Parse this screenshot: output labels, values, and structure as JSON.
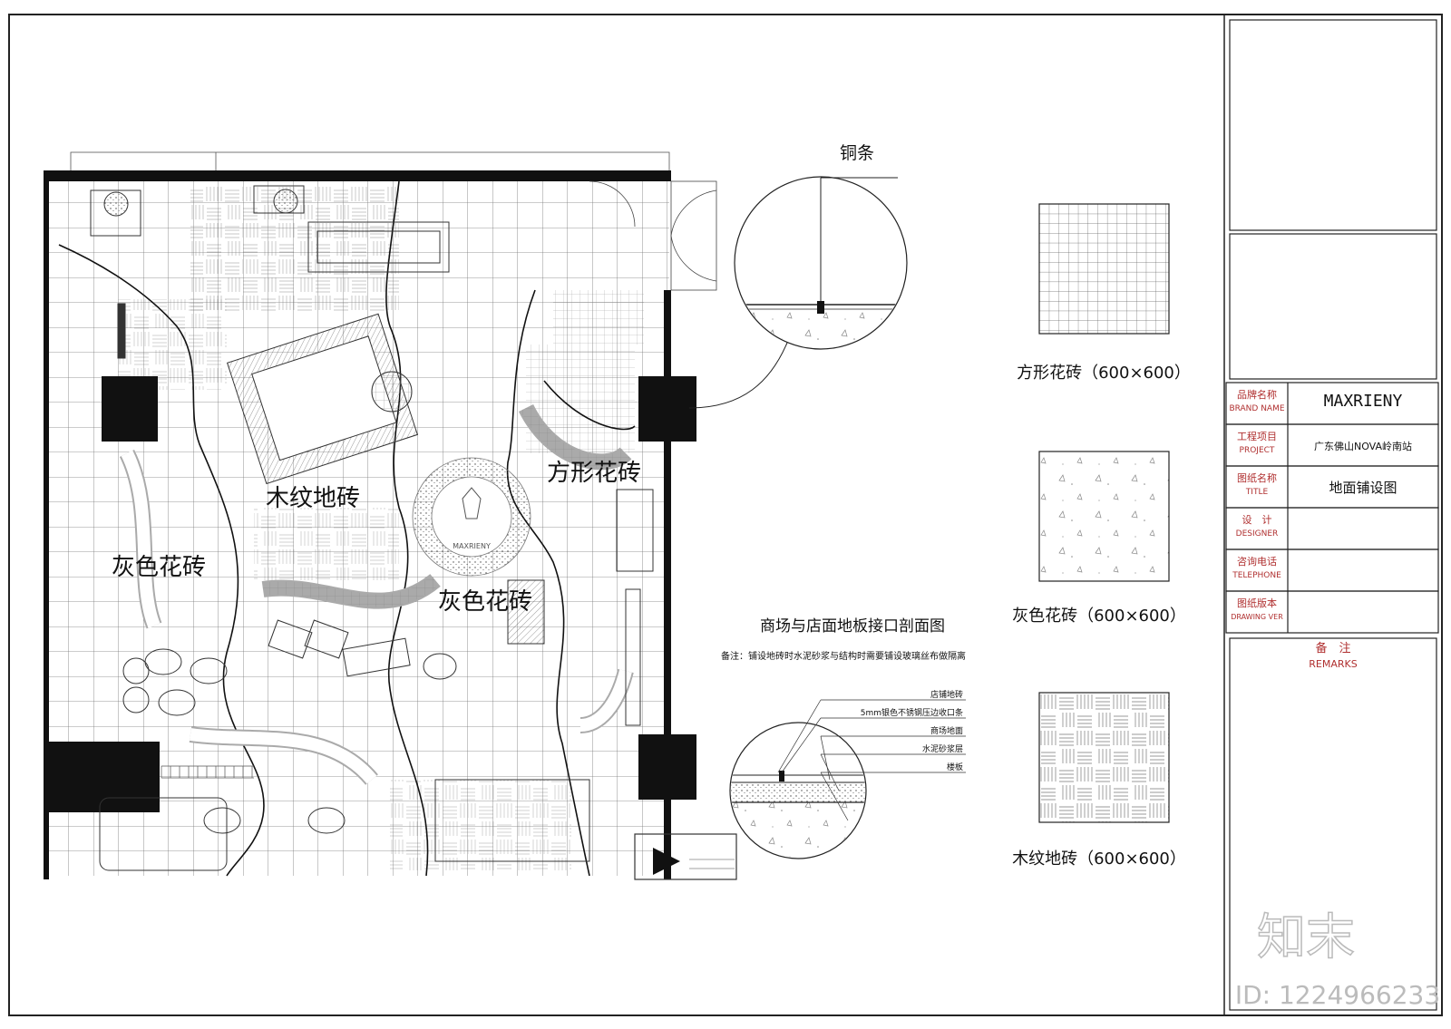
{
  "plan": {
    "zone_wood": "木纹地砖",
    "zone_grey_left": "灰色花砖",
    "zone_grey_center": "灰色花砖",
    "zone_square": "方形花砖",
    "logo_text": "MAXRIENY"
  },
  "detail_top": {
    "label": "铜条"
  },
  "section": {
    "title": "商场与店面地板接口剖面图",
    "note": "备注：铺设地砖时水泥砂浆与结构时需要铺设玻璃丝布做隔离",
    "layers": [
      "店铺地砖",
      "5mm银色不锈钢压边收口条",
      "商场地面",
      "水泥砂浆层",
      "楼板"
    ]
  },
  "legend": {
    "square": "方形花砖（600×600）",
    "grey": "灰色花砖（600×600）",
    "wood": "木纹地砖（600×600）"
  },
  "title_block": {
    "brand_cn": "品牌名称",
    "brand_en": "BRAND NAME",
    "brand_val": "MAXRIENY",
    "project_cn": "工程项目",
    "project_en": "PROJECT",
    "project_val": "广东佛山NOVA岭南站",
    "title_cn": "图纸名称",
    "title_en": "TITLE",
    "title_val": "地面铺设图",
    "designer_cn": "设　计",
    "designer_en": "DESIGNER",
    "phone_cn": "咨询电话",
    "phone_en": "TELEPHONE",
    "ver_cn": "图纸版本",
    "ver_en": "DRAWING VER",
    "remarks_cn": "备　注",
    "remarks_en": "REMARKS"
  },
  "watermark": {
    "logo": "知末",
    "id": "ID: 1224966233"
  }
}
